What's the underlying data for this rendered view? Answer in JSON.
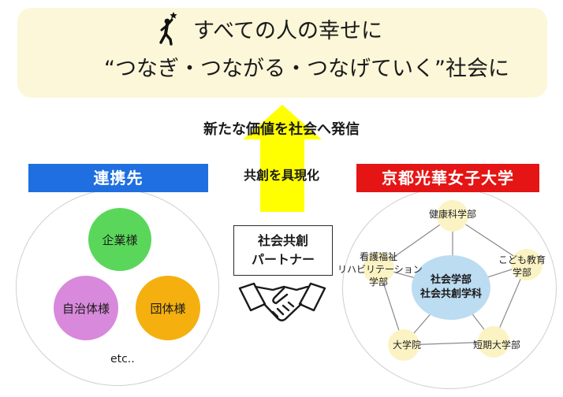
{
  "banner": {
    "line1": "すべての人の幸せに",
    "line2": "“つなぎ・つながる・つなげていく”社会に"
  },
  "headline": "新たな価値を社会へ発信",
  "arrow_label": "共創を具現化",
  "left": {
    "header": "連携先",
    "bubbles": [
      "企業様",
      "自治体様",
      "団体様"
    ],
    "etc": "etc.."
  },
  "partner": {
    "line1": "社会共創",
    "line2": "パートナー"
  },
  "right": {
    "header": "京都光華女子大学",
    "center": {
      "line1": "社会学部",
      "line2": "社会共創学科"
    },
    "nodes": {
      "kenko": "健康科学部",
      "kodomo": [
        "こども教育",
        "学部"
      ],
      "tanki": "短期大学部",
      "daigakuin": "大学院",
      "kango": [
        "看護福祉",
        "リハビリテーション",
        "学部"
      ]
    }
  },
  "colors": {
    "banner_bg": "#fbf7d8",
    "left_header": "#1f6fe0",
    "right_header": "#e51515",
    "arrow": "#ffff00",
    "bubble_kigyo": "#5ad75a",
    "bubble_jichi": "#d889db",
    "bubble_dantai": "#f5b010",
    "node_bg": "#fbf3c4",
    "center_bg": "#bcdcf2"
  },
  "icons": [
    "person-reaching-star-icon",
    "handshake-icon"
  ]
}
